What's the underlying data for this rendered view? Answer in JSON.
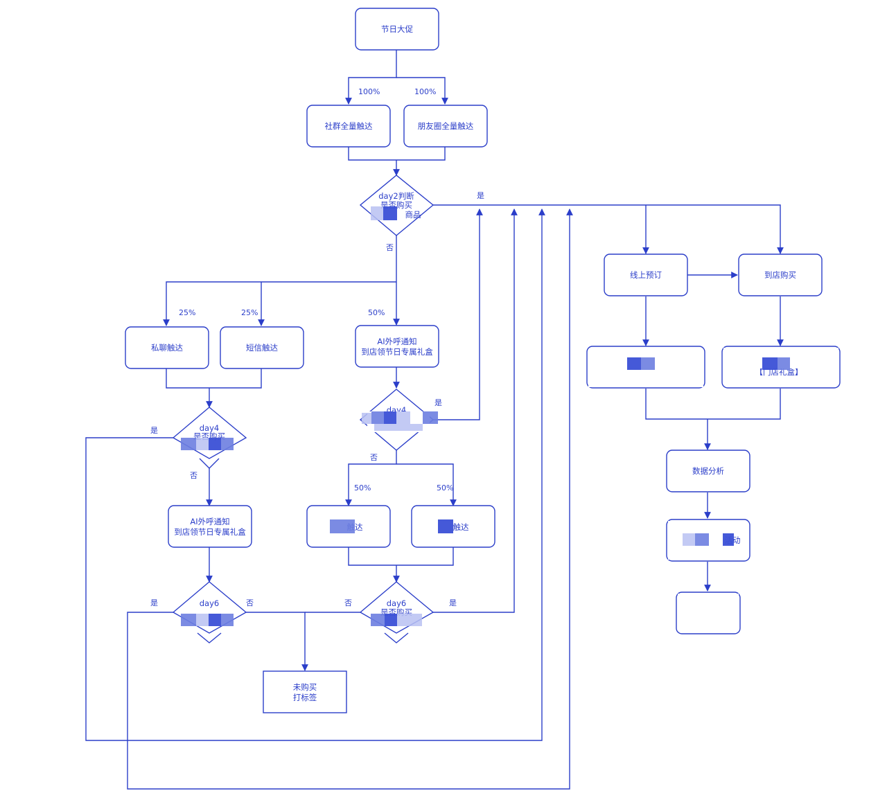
{
  "nodes": {
    "start": {
      "lines": [
        "节日大促"
      ]
    },
    "community_reach": {
      "lines": [
        "社群全量触达"
      ]
    },
    "moments_reach": {
      "lines": [
        "朋友圈全量触达"
      ]
    },
    "d2": {
      "lines": [
        "day2判断",
        "是否购买",
        "商品"
      ]
    },
    "private_chat": {
      "lines": [
        "私聊触达"
      ]
    },
    "sms": {
      "lines": [
        "短信触达"
      ]
    },
    "ai_call_mid": {
      "lines": [
        "AI外呼通知",
        "到店领节日专属礼盒"
      ]
    },
    "d4": {
      "lines": [
        "day4",
        "是否购买"
      ]
    },
    "d_mid": {
      "lines": [
        "day4"
      ]
    },
    "ai_call_left": {
      "lines": [
        "AI外呼通知",
        "到店领节日专属礼盒"
      ]
    },
    "reach_a": {
      "lines": [
        "触达"
      ]
    },
    "reach_b": {
      "lines": [
        "触达"
      ]
    },
    "d6_left": {
      "lines": [
        "day6"
      ]
    },
    "d6_mid": {
      "lines": [
        "day6",
        "是否购买"
      ]
    },
    "not_bought": {
      "lines": [
        "未购买",
        "打标签"
      ]
    },
    "online_booking": {
      "lines": [
        "线上预订"
      ]
    },
    "store_purchase": {
      "lines": [
        "到店购买"
      ]
    },
    "result_left": {
      "lines": [
        ""
      ]
    },
    "result_right": {
      "lines": [
        "【门店礼盒】"
      ]
    },
    "data_analysis": {
      "lines": [
        "数据分析"
      ]
    },
    "activity": {
      "lines": [
        "活动"
      ]
    },
    "final": {
      "lines": [
        ""
      ]
    }
  },
  "edge_labels": {
    "pct_100": "100%",
    "pct_25": "25%",
    "pct_50": "50%",
    "yes": "是",
    "no": "否"
  },
  "colors": {
    "line": "#2b3ec9",
    "mask_light": "#b8c1f2",
    "mask_mid": "#6d7ee0",
    "mask_dark": "#3b50d6"
  }
}
